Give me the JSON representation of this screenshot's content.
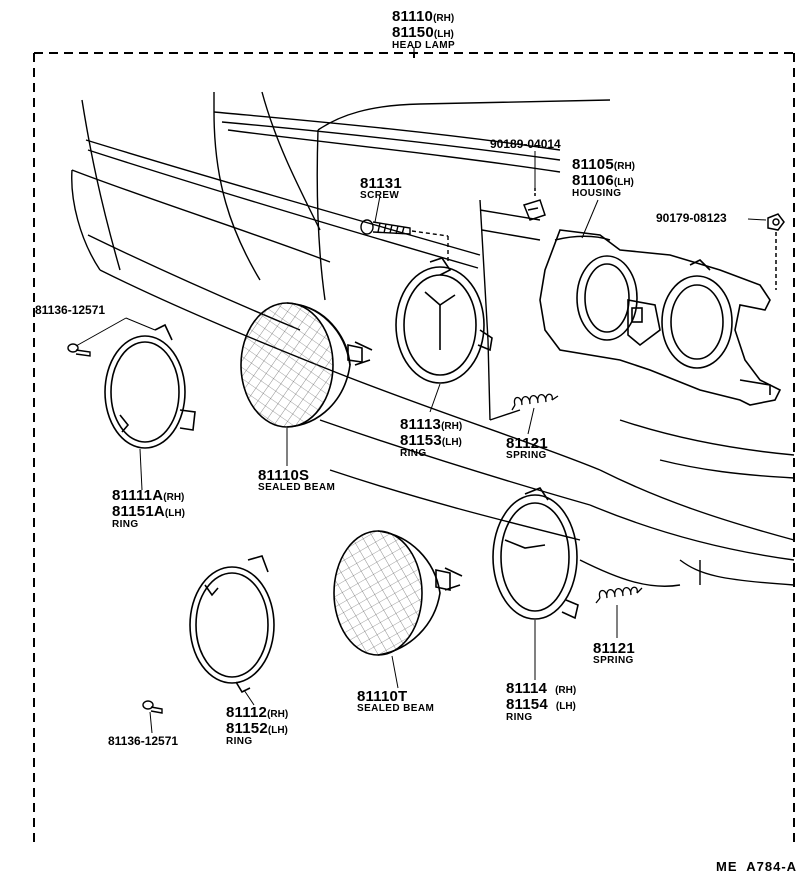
{
  "labels": {
    "head_lamp": {
      "rh": "81110",
      "rh_suffix": "(RH)",
      "lh": "81150",
      "lh_suffix": "(LH)",
      "name": "HEAD LAMP"
    },
    "clip": {
      "number": "90189-04014"
    },
    "housing": {
      "rh": "81105",
      "rh_suffix": "(RH)",
      "lh": "81106",
      "lh_suffix": "(LH)",
      "name": "HOUSING"
    },
    "nut": {
      "number": "90179-08123"
    },
    "screw": {
      "number": "81131",
      "name": "SCREW"
    },
    "bolt_upper": {
      "number": "81136-12571"
    },
    "ring_upper_inner": {
      "rh": "81113",
      "rh_suffix": "(RH)",
      "lh": "81153",
      "lh_suffix": "(LH)",
      "name": "RING"
    },
    "spring_upper": {
      "number": "81121",
      "name": "SPRING"
    },
    "sealed_beam_upper": {
      "number": "81110S",
      "name": "SEALED BEAM"
    },
    "ring_upper_outer": {
      "rh": "81111A",
      "rh_suffix": "(RH)",
      "lh": "81151A",
      "lh_suffix": "(LH)",
      "name": "RING"
    },
    "sealed_beam_lower": {
      "number": "81110T",
      "name": "SEALED BEAM"
    },
    "ring_lower_inner": {
      "rh": "81114",
      "rh_suffix": "(RH)",
      "lh": "81154",
      "lh_suffix": "(LH)",
      "name": "RING"
    },
    "spring_lower": {
      "number": "81121",
      "name": "SPRING"
    },
    "ring_lower_outer": {
      "rh": "81112",
      "rh_suffix": "(RH)",
      "lh": "81152",
      "lh_suffix": "(LH)",
      "name": "RING"
    },
    "bolt_lower": {
      "number": "81136-12571"
    },
    "figure_code": "ME  A784-A"
  }
}
